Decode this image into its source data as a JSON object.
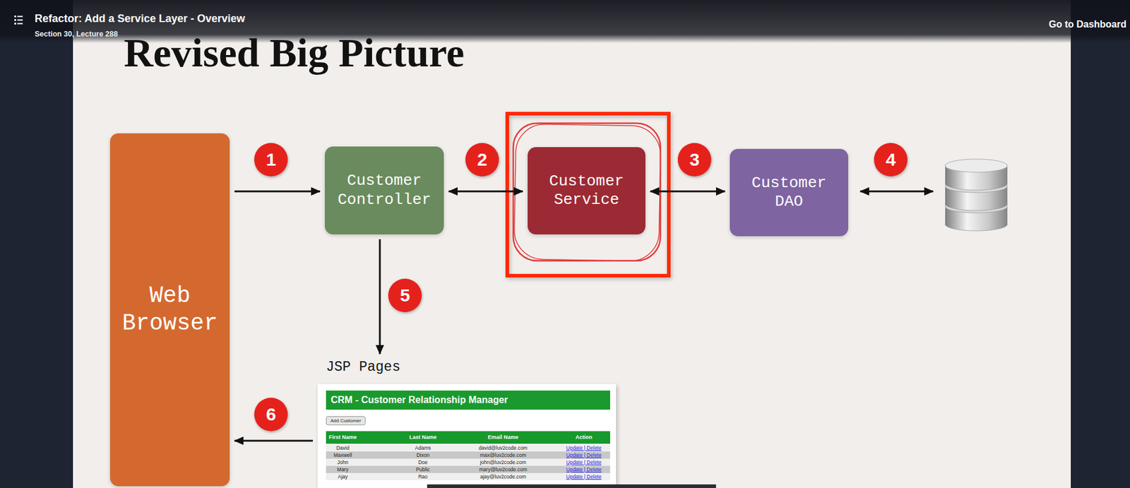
{
  "diagram": {
    "title": "Revised Big Picture",
    "nodes": [
      {
        "text": [
          "Web Browser"
        ]
      },
      {
        "text": [
          "Customer Controller"
        ]
      },
      {
        "text": [
          "Customer Service"
        ]
      },
      {
        "text": [
          "Customer DAO"
        ]
      },
      {
        "text": [
          "JSP Pages",
          "CRM - Customer Relationship Manager"
        ]
      },
      {
        "text": [
          "Add Customer"
        ],
        "in": 4
      }
    ],
    "edges": [
      {
        "from": 0,
        "to": 1,
        "arrow": "to"
      },
      {
        "from": 1,
        "to": 2,
        "arrow": "both"
      },
      {
        "from": 2,
        "to": 3,
        "arrow": "both"
      },
      {
        "from": 1,
        "to": 4,
        "arrow": "to"
      },
      {
        "from": 4,
        "to": 0,
        "arrow": "to"
      }
    ],
    "labels": [
      "Refactor: Add a Service Layer - Overview",
      "Section 30, Lecture 288",
      "Go to Dashboard",
      "1",
      "2",
      "3",
      "4",
      "5",
      "6",
      "First Name",
      "Last Name",
      "Email Name",
      "Action",
      "David",
      "Adams",
      "david@luv2code.com",
      "Update | Delete",
      "Maxwell",
      "Dixon",
      "max@luv2code.com",
      "Update | Delete",
      "John",
      "Doe",
      "john@luv2code.com",
      "Update | Delete",
      "Mary",
      "Public",
      "mary@luv2code.com",
      "Update | Delete",
      "Ajay",
      "Rao",
      "ajay@luv2code.com",
      "Update | Delete"
    ]
  }
}
